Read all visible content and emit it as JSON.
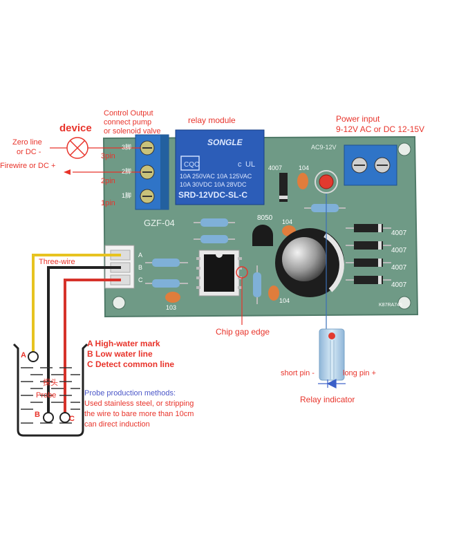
{
  "labels": {
    "device": "device",
    "control_output_1": "Control Output",
    "control_output_2": "connect pump",
    "control_output_3": "or solenoid valve",
    "relay_module": "relay module",
    "power_input_1": "Power input",
    "power_input_2": "9-12V AC or DC 12-15V",
    "zero_line_1": "Zero line",
    "zero_line_2": "or DC -",
    "firewire": "Firewire or DC +",
    "pin3": "3pin",
    "pin2": "2pin",
    "pin1": "1pin",
    "three_wire": "Three-wire",
    "chip_gap_edge": "Chip gap edge",
    "high_water": "A High-water mark",
    "low_water": "B Low water line",
    "common_line": "C Detect common line",
    "probe_methods_title": "Probe production methods:",
    "probe_methods_1": "Used stainless steel, or stripping",
    "probe_methods_2": "the wire to bare more than 10cm",
    "probe_methods_3": "can direct induction",
    "short_pin": "short pin -",
    "long_pin": "long pin +",
    "relay_indicator": "Relay indicator",
    "probe_cn": "探头",
    "probe_en": "Probe",
    "probe_a": "A",
    "probe_b": "B",
    "probe_c": "C"
  },
  "board": {
    "model": "GZF-04",
    "ac_label": "AC9-12V",
    "relay_brand": "SONGLE",
    "relay_line1": "10A 250VAC   10A 125VAC",
    "relay_line2": "10A 30VDC    10A 28VDC",
    "relay_model": "SRD-12VDC-SL-C",
    "diode_label": "4007",
    "transistor_label": "8050",
    "cap_label_1": "104",
    "cap_label_2": "104",
    "cap_label_3": "104",
    "cap_label_4": "103",
    "terminal_3": "3脚",
    "terminal_2": "2脚",
    "terminal_1": "1脚",
    "sig_a": "A",
    "sig_b": "B",
    "sig_c": "C",
    "board_code": "K87RA745"
  },
  "colors": {
    "board": "#6f9a86",
    "terminal": "#2f74c7",
    "relay": "#2c5db8",
    "wire_yellow": "#e7c320",
    "wire_black": "#222222",
    "wire_red": "#d6322a",
    "label_red": "#e8332a",
    "label_blue": "#4a56c8"
  }
}
